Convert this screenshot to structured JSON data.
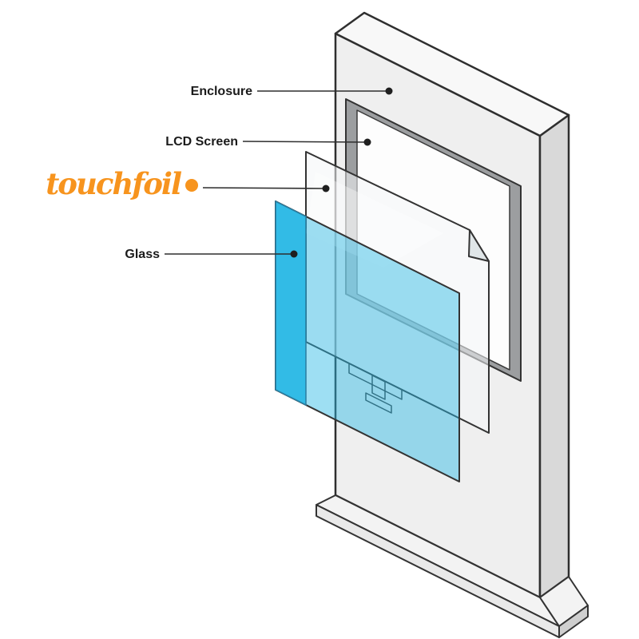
{
  "labels": {
    "enclosure": "Enclosure",
    "lcd_screen": "LCD Screen",
    "glass": "Glass"
  },
  "logo": {
    "text": "touchfoil",
    "color": "#f7941e"
  },
  "colors": {
    "outline": "#333333",
    "leader_line": "#2e2e2e",
    "pointer_dot": "#1f1f1f",
    "label_text": "#1b1b1b",
    "enclosure_front": "#efefef",
    "enclosure_top": "#f8f8f8",
    "enclosure_side": "#d9d9d9",
    "base_top": "#f3f3f3",
    "base_front": "#e9e9e9",
    "base_side": "#cfcfcf",
    "lcd_frame": "#9c9ea0",
    "lcd_inner": "#fdfdfd",
    "foil": "#f4f6f7",
    "foil_fold": "#dde3e6",
    "connector": "#eef4f7",
    "glass": "#29b7e5"
  }
}
